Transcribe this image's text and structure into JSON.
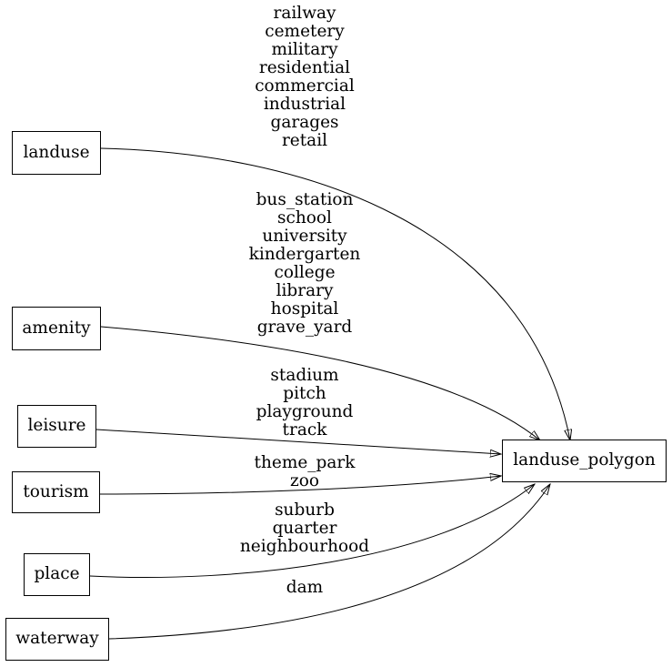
{
  "nodes": {
    "landuse": {
      "label": "landuse"
    },
    "amenity": {
      "label": "amenity"
    },
    "leisure": {
      "label": "leisure"
    },
    "tourism": {
      "label": "tourism"
    },
    "place": {
      "label": "place"
    },
    "waterway": {
      "label": "waterway"
    },
    "landuse_polygon": {
      "label": "landuse_polygon"
    }
  },
  "edges": {
    "landuse": {
      "from": "landuse",
      "to": "landuse_polygon",
      "values": [
        "railway",
        "cemetery",
        "military",
        "residential",
        "commercial",
        "industrial",
        "garages",
        "retail"
      ]
    },
    "amenity": {
      "from": "amenity",
      "to": "landuse_polygon",
      "values": [
        "bus_station",
        "school",
        "university",
        "kindergarten",
        "college",
        "library",
        "hospital",
        "grave_yard"
      ]
    },
    "leisure": {
      "from": "leisure",
      "to": "landuse_polygon",
      "values": [
        "stadium",
        "pitch",
        "playground",
        "track"
      ]
    },
    "tourism": {
      "from": "tourism",
      "to": "landuse_polygon",
      "values": [
        "theme_park",
        "zoo"
      ]
    },
    "place": {
      "from": "place",
      "to": "landuse_polygon",
      "values": [
        "suburb",
        "quarter",
        "neighbourhood"
      ]
    },
    "waterway": {
      "from": "waterway",
      "to": "landuse_polygon",
      "values": [
        "dam"
      ]
    }
  },
  "colors": {
    "background": "#ffffff",
    "stroke": "#000000",
    "text": "#000000"
  }
}
